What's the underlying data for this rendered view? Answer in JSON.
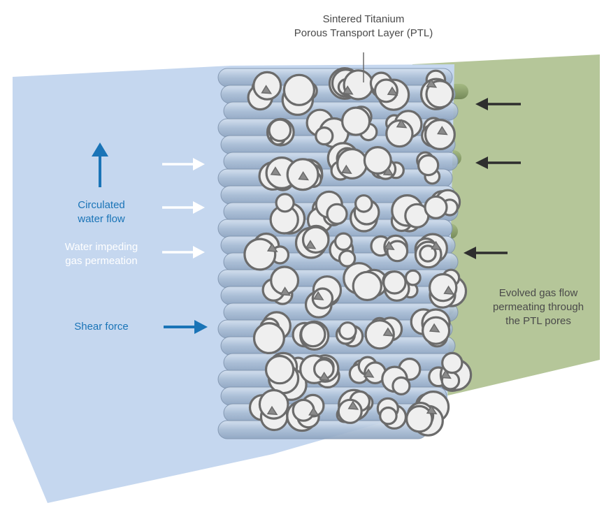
{
  "title_lines": [
    "Sintered Titanium",
    "Porous Transport Layer (PTL)"
  ],
  "water_flow_lines": [
    "Circulated",
    "water flow"
  ],
  "impeding_lines": [
    "Water impeding",
    "gas permeation"
  ],
  "shear_label": "Shear force",
  "gas_lines": [
    "Evolved gas flow",
    "permeating through",
    "the PTL pores"
  ],
  "colors": {
    "water": "#c5d7ef",
    "gas": "#b5c699",
    "ptl_fiber": "#a9bdd5",
    "accent_blue": "#1a74b7",
    "pore_fill": "#efefef",
    "pore_stroke": "#6b6b6b",
    "arrow_dark": "#2e2e2e"
  },
  "icons": [
    "up-arrow-icon",
    "right-arrow-icon",
    "left-arrow-icon"
  ]
}
